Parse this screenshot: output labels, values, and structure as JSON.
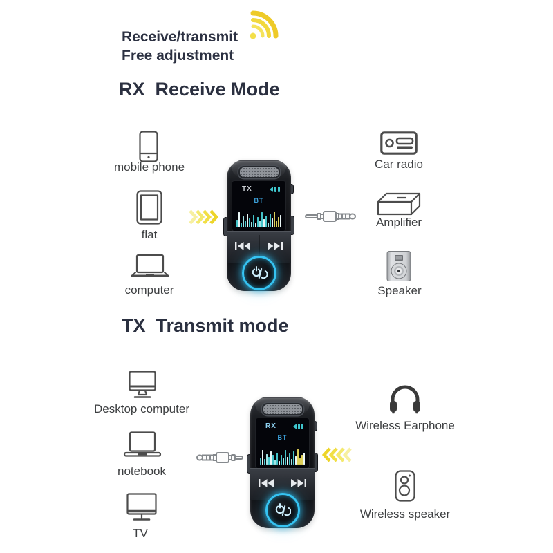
{
  "header": {
    "title_line1": "Receive/transmit",
    "title_line2": "Free adjustment",
    "signal_icon": "wireless-signal",
    "accent_yellow": "#eecb28"
  },
  "rx_section": {
    "heading": "RX  Receive Mode",
    "sources": [
      {
        "icon": "smartphone",
        "label": "mobile phone"
      },
      {
        "icon": "tablet",
        "label": "flat"
      },
      {
        "icon": "laptop",
        "label": "computer"
      }
    ],
    "targets": [
      {
        "icon": "car-radio",
        "label": "Car radio"
      },
      {
        "icon": "amplifier",
        "label": "Amplifier"
      },
      {
        "icon": "speaker",
        "label": "Speaker"
      }
    ]
  },
  "tx_section": {
    "heading": "TX  Transmit mode",
    "sources": [
      {
        "icon": "desktop-computer",
        "label": "Desktop computer"
      },
      {
        "icon": "notebook",
        "label": "notebook"
      },
      {
        "icon": "tv",
        "label": "TV"
      }
    ],
    "targets": [
      {
        "icon": "headphones",
        "label": "Wireless Earphone"
      },
      {
        "icon": "wireless-speaker",
        "label": "Wireless speaker"
      }
    ]
  },
  "device_rx": {
    "screen": {
      "mode": "TX",
      "bt": "BT",
      "mode_color": "#c9cdd2"
    },
    "waveform": [
      14,
      8,
      18,
      11,
      22,
      7,
      16,
      10,
      20,
      13,
      8,
      18,
      6,
      15,
      10,
      22,
      12,
      17,
      7,
      20,
      13,
      23,
      10,
      15,
      18,
      8,
      21,
      12
    ],
    "glow_color": "#2fbef0"
  },
  "device_tx": {
    "screen": {
      "mode": "RX",
      "bt": "BT",
      "mode_color": "#8fd2f2"
    },
    "waveform": [
      12,
      7,
      17,
      10,
      21,
      8,
      15,
      11,
      19,
      14,
      7,
      17,
      5,
      14,
      9,
      21,
      11,
      16,
      8,
      19,
      12,
      22,
      9,
      14,
      17,
      7,
      20,
      11
    ],
    "glow_color": "#2fbef0"
  },
  "connectors": {
    "chevron_color": "#f0de44",
    "jack_icon": "aux-jack-plug"
  }
}
